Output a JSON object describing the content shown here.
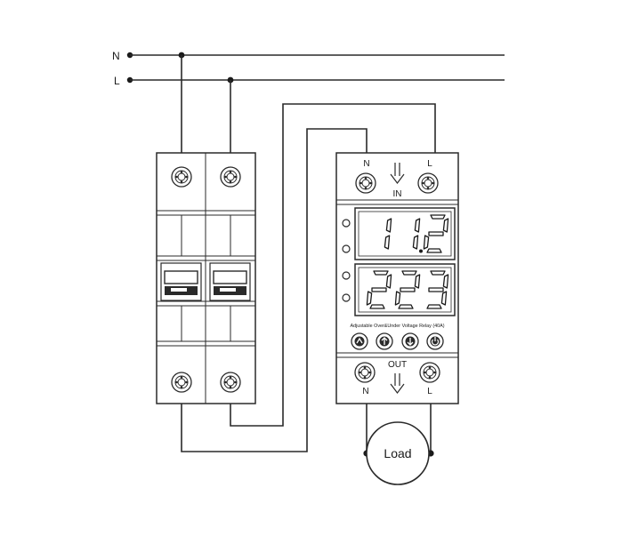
{
  "lines": {
    "neutral": "N",
    "live": "L"
  },
  "relay": {
    "in_terminal_n": "N",
    "in_terminal_l": "L",
    "in_label": "IN",
    "display_top": "11.2",
    "display_bottom": "223",
    "product_caption": "Adjustable Over&Under Voltage Relay (40A)",
    "out_label": "OUT",
    "out_terminal_n": "N",
    "out_terminal_l": "L",
    "buttons": [
      "set-icon",
      "arrow-up-icon",
      "arrow-down-icon",
      "power-icon"
    ]
  },
  "load": {
    "label": "Load"
  },
  "colors": {
    "line": "#2a2a2a",
    "background": "#ffffff"
  }
}
